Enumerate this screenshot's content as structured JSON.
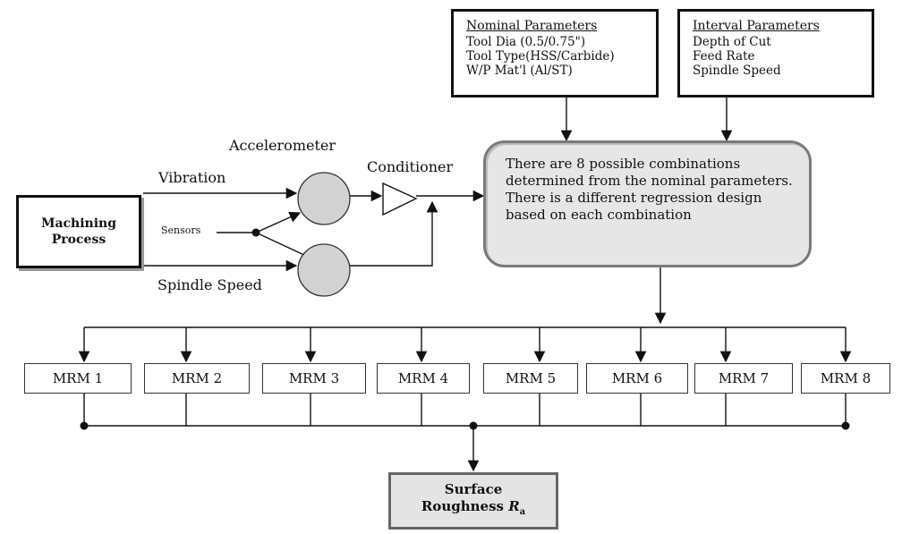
{
  "nominal": {
    "title": "Nominal Parameters",
    "lines": [
      "Tool Dia (0.5/0.75\")",
      "Tool Type(HSS/Carbide)",
      "W/P Mat'l (Al/ST)"
    ]
  },
  "interval": {
    "title": "Interval Parameters",
    "lines": [
      "Depth of Cut",
      "Feed Rate",
      "Spindle Speed"
    ]
  },
  "machining": {
    "line1": "Machining",
    "line2": "Process"
  },
  "labels": {
    "accelerometer": "Accelerometer",
    "conditioner": "Conditioner",
    "vibration": "Vibration",
    "sensors": "Sensors",
    "spindle_speed": "Spindle Speed"
  },
  "center_text": "There are 8 possible combinations determined from the nominal parameters. There is a different regression design based on each combination",
  "mrm": [
    "MRM 1",
    "MRM 2",
    "MRM 3",
    "MRM 4",
    "MRM 5",
    "MRM 6",
    "MRM 7",
    "MRM 8"
  ],
  "surface": {
    "line1": "Surface",
    "line2": "Roughness",
    "symbol": "R",
    "subscript": "a"
  },
  "colors": {
    "line": "#111111",
    "circle_fill": "#d2d2d2",
    "center_fill": "#e6e6e6",
    "surface_fill": "#e4e4e4"
  }
}
